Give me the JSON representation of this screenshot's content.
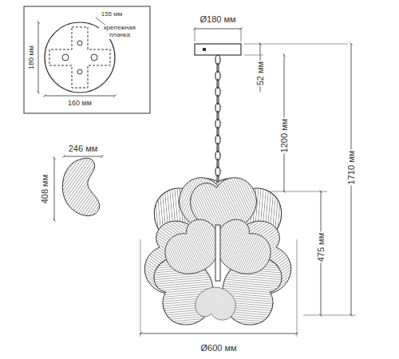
{
  "diagram": {
    "labels": [
      "155 мм",
      "крепежная планка",
      "180 мм",
      "160 мм",
      "246 мм",
      "408 мм",
      "Ø180 мм",
      "52 мм",
      "1200 мм",
      "475 мм",
      "1710 мм",
      "Ø600 мм"
    ]
  }
}
